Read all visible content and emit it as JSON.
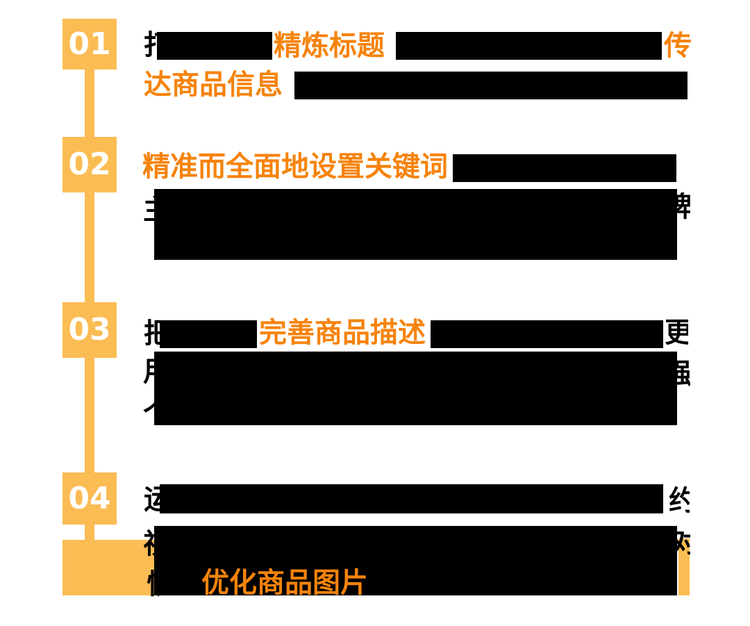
{
  "colors": {
    "accent": "#FBBC53",
    "highlight": "#F6830B",
    "redaction": "#000000",
    "number_color": "#FFFFFF"
  },
  "sections": [
    {
      "number": "01",
      "line1_partial_left": "打",
      "line1_highlight": "精炼标题",
      "line1_highlight_end": "传",
      "line2_highlight": "达商品信息"
    },
    {
      "number": "02",
      "heading_highlight": "精准而全面地设置关键词",
      "body_partial_left": "主",
      "body_partial_right": "牌"
    },
    {
      "number": "03",
      "line1_partial_left": "把",
      "line1_highlight": "完善商品描述",
      "line1_partial_right": "更",
      "body_partial_left1": "用",
      "body_partial_right1": "强",
      "body_partial_left2": "个"
    },
    {
      "number": "04",
      "line1_partial_left": "运",
      "line1_partial_right": "约",
      "line2_partial_left": "视",
      "line2_partial_right": "对",
      "line3_partial_left": "恰",
      "line3_highlight": "优化商品图片"
    }
  ]
}
